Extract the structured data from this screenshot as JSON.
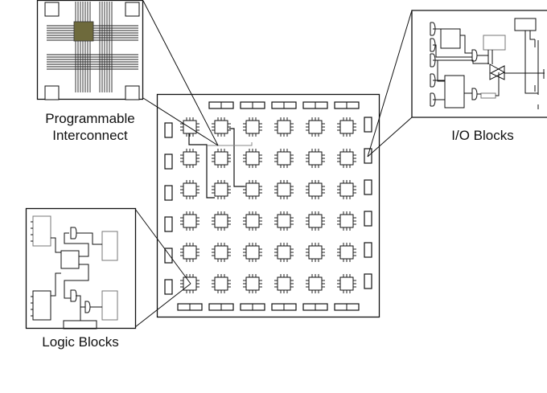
{
  "title": "FPGA Architecture",
  "labels": {
    "interconnect_line1": "Programmable",
    "interconnect_line2": "Interconnect",
    "io_blocks": "I/O Blocks",
    "logic_blocks": "Logic Blocks"
  },
  "fabric": {
    "rows": 6,
    "columns": 6,
    "top_io_pads": 5,
    "bottom_io_pads": 6,
    "left_io_pads": 6,
    "right_io_pads": 6
  },
  "colors": {
    "line": "#111111",
    "gray_line": "#8a8a8a",
    "switch_matrix": "#6e6a3c",
    "background": "#ffffff"
  }
}
